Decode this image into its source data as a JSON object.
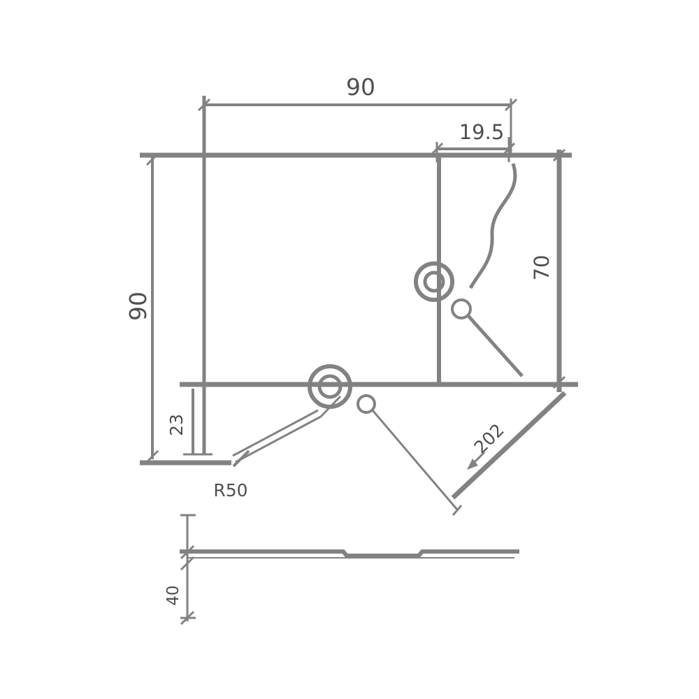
{
  "drawing": {
    "background_color": "#ffffff",
    "line_color": "#828282",
    "text_color": "#4f4f4f",
    "labels": {
      "top_width": "90",
      "top_offset": "19.5",
      "left_height": "90",
      "right_height": "70",
      "left_step": "23",
      "corner_radius": "R50",
      "diagonal_cut": "202",
      "profile_height": "40"
    }
  }
}
